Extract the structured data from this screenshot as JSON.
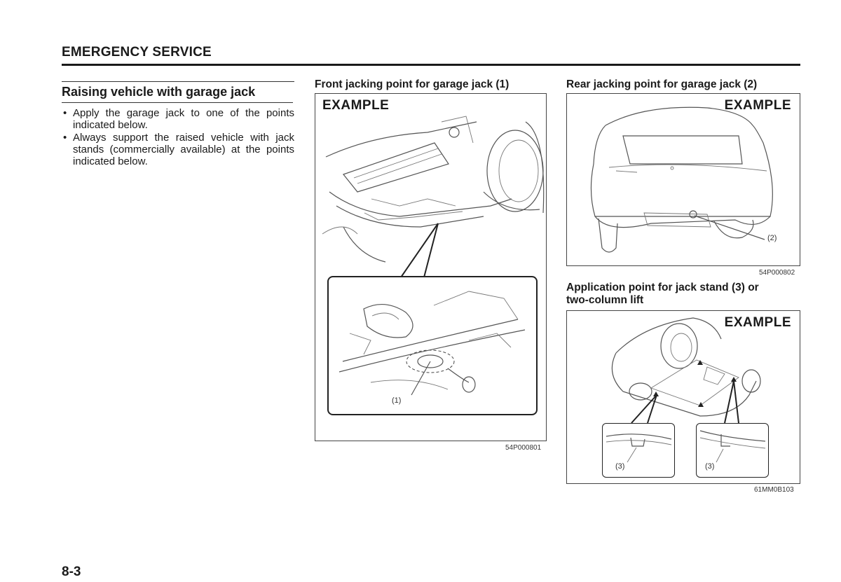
{
  "header": {
    "section_title": "EMERGENCY SERVICE"
  },
  "left_column": {
    "subtitle": "Raising vehicle with garage jack",
    "bullets": [
      "Apply the garage jack to one of the points indicated below.",
      "Always support the raised vehicle with jack stands (commercially available) at the points indicated below."
    ]
  },
  "figure_front": {
    "title": "Front jacking point for garage jack (1)",
    "example_label": "EXAMPLE",
    "callout": "(1)",
    "code": "54P000801"
  },
  "figure_rear": {
    "title": "Rear jacking point for garage jack (2)",
    "example_label": "EXAMPLE",
    "callout": "(2)",
    "code": "54P000802"
  },
  "figure_stand": {
    "title_line1": "Application point for jack stand (3) or",
    "title_line2": "two-column lift",
    "example_label": "EXAMPLE",
    "callout_left": "(3)",
    "callout_right": "(3)",
    "code": "61MM0B103"
  },
  "footer": {
    "page_number": "8-3"
  }
}
